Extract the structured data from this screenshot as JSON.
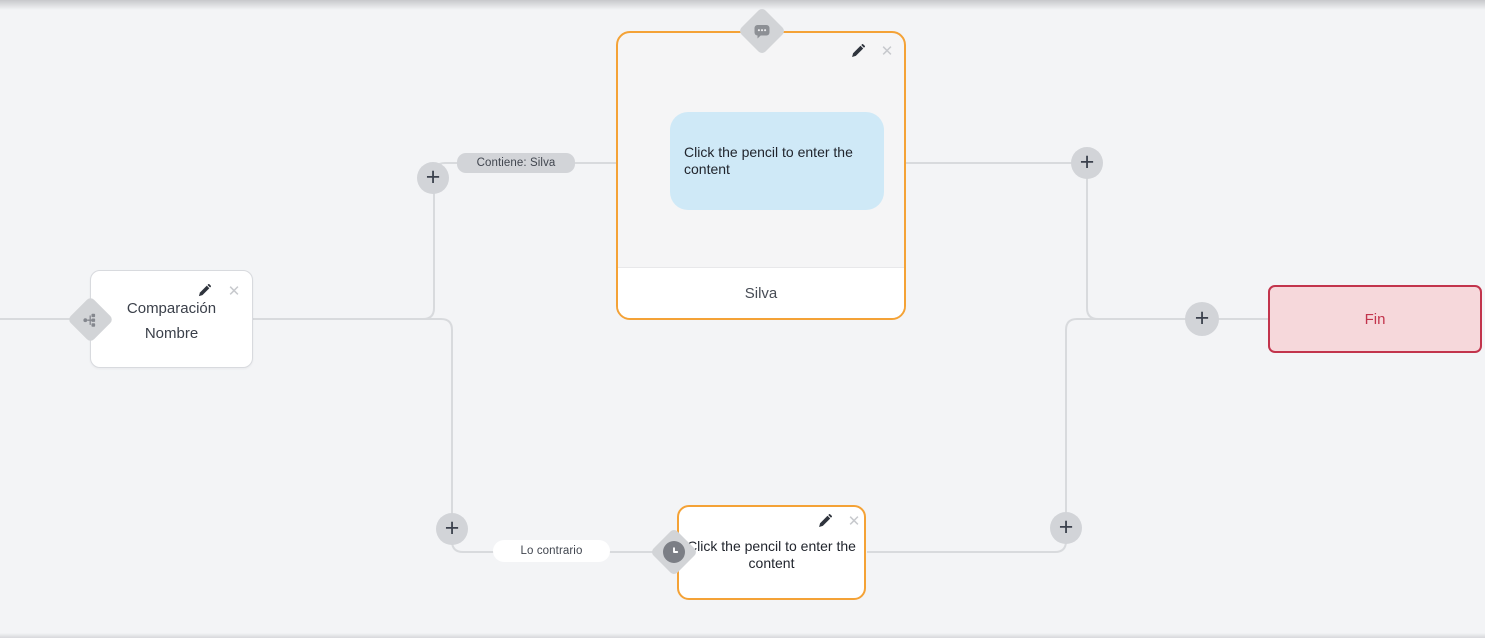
{
  "colors": {
    "background": "#f3f4f6",
    "connector": "#d8dadd",
    "accent_orange": "#f4a236",
    "accent_red": "#c2344c",
    "bubble_blue": "#cfe9f7",
    "end_node_bg": "#f6d8db",
    "edge_label_gray": "#d2d4d8"
  },
  "icons": {
    "plus": "+",
    "close": "✕",
    "edit": "pencil-icon",
    "condition": "split-icon",
    "message": "chat-bubble-icon",
    "delay": "clock-icon"
  },
  "edges": {
    "top_label": "Contiene: Silva",
    "bottom_label": "Lo contrario"
  },
  "nodes": {
    "condition": {
      "title_line1": "Comparación",
      "title_line2": "Nombre"
    },
    "message": {
      "bubble_text": "Click the pencil to enter the content",
      "footer_label": "Silva"
    },
    "action": {
      "placeholder_text": "Click the pencil to enter the content"
    },
    "end": {
      "label": "Fin"
    }
  }
}
